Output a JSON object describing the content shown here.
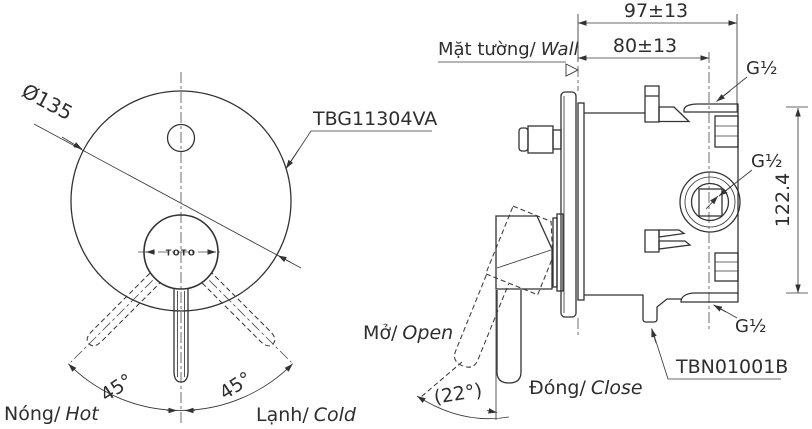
{
  "front_view": {
    "diameter": "Ø135",
    "product_code": "TBG11304VA",
    "logo": "TOTO",
    "angle_left": "45°",
    "angle_right": "45°",
    "hot_label_vi": "Nóng/",
    "hot_label_en": "Hot",
    "cold_label_vi": "Lạnh/",
    "cold_label_en": "Cold"
  },
  "side_view": {
    "wall_label_vi": "Mặt tường/",
    "wall_label_en": "Wall",
    "dim_total_depth": "97±13",
    "dim_wall_to_axis": "80±13",
    "dim_port_spacing": "122.4",
    "thread_top": "G½",
    "thread_middle": "G½",
    "thread_bottom": "G½",
    "open_label_vi": "Mở/",
    "open_label_en": "Open",
    "close_label_vi": "Đóng/",
    "close_label_en": "Close",
    "open_angle": "(22°)",
    "product_code": "TBN01001B"
  },
  "colors": {
    "line": "#333333",
    "background": "#ffffff"
  }
}
